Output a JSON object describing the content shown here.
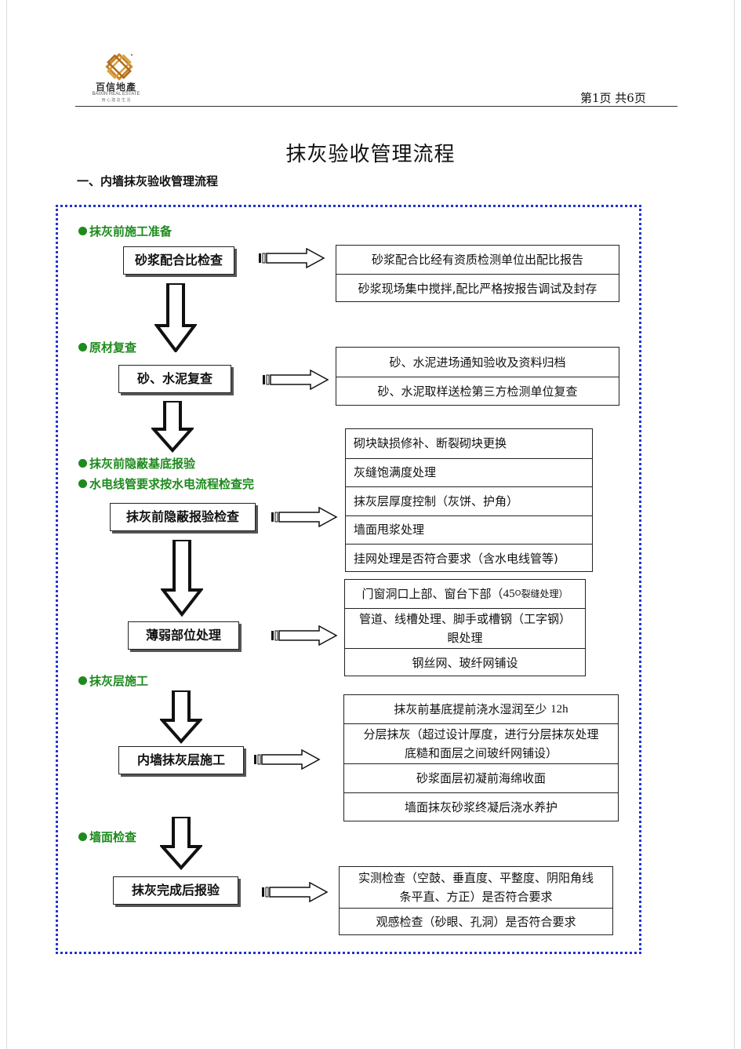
{
  "header": {
    "logo_name": "百信地產",
    "logo_sub": "BAIXIN REAL ESTATE",
    "logo_sub2": "用 心 建 造 生 活",
    "page_number": "第1页  共6页"
  },
  "title": "抹灰验收管理流程",
  "section_heading": "一、内墙抹灰验收管理流程",
  "stages": [
    "抹灰前施工准备",
    "原材复查",
    "抹灰前隐蔽基底报验",
    "水电线管要求按水电流程检查完",
    "抹灰层施工",
    "墙面检查"
  ],
  "steps": [
    "砂浆配合比检查",
    "砂、水泥复查",
    "抹灰前隐蔽报验检查",
    "薄弱部位处理",
    "内墙抹灰层施工",
    "抹灰完成后报验"
  ],
  "details": {
    "mortar": [
      "砂浆配合比经有资质检测单位出配比报告",
      "砂浆现场集中搅拌,配比严格按报告调试及封存"
    ],
    "sand": [
      "砂、水泥进场通知验收及资料归档",
      "砂、水泥取样送检第三方检测单位复查"
    ],
    "concealed": [
      "砌块缺损修补、断裂砌块更换",
      "灰缝饱满度处理",
      "抹灰层厚度控制（灰饼、护角）",
      "墙面甩浆处理",
      "挂网处理是否符合要求（含水电线管等)"
    ],
    "weak_1_pre": "门窗洞口上部、窗台下部（",
    "weak_1_num": "45",
    "weak_1_deg": "O",
    "weak_1_post": "裂缝处理）",
    "weak_2a": "管道、线槽处理、脚手或槽钢（工字钢）",
    "weak_2b": "眼处理",
    "weak_3": "钢丝网、玻纤网铺设",
    "plaster_1_pre": "抹灰前基底提前浇水湿润至少",
    "plaster_1_num": "12h",
    "plaster_2a": "分层抹灰（超过设计厚度，进行分层抹灰处理",
    "plaster_2b": "底糙和面层之间玻纤网铺设）",
    "plaster_3": "砂浆面层初凝前海绵收面",
    "plaster_4": "墙面抹灰砂浆终凝后浇水养护",
    "final_1a": "实测检查（空鼓、垂直度、平整度、阴阳角线",
    "final_1b": "条平直、方正）是否符合要求",
    "final_2": "观感检查（砂眼、孔洞）是否符合要求"
  }
}
